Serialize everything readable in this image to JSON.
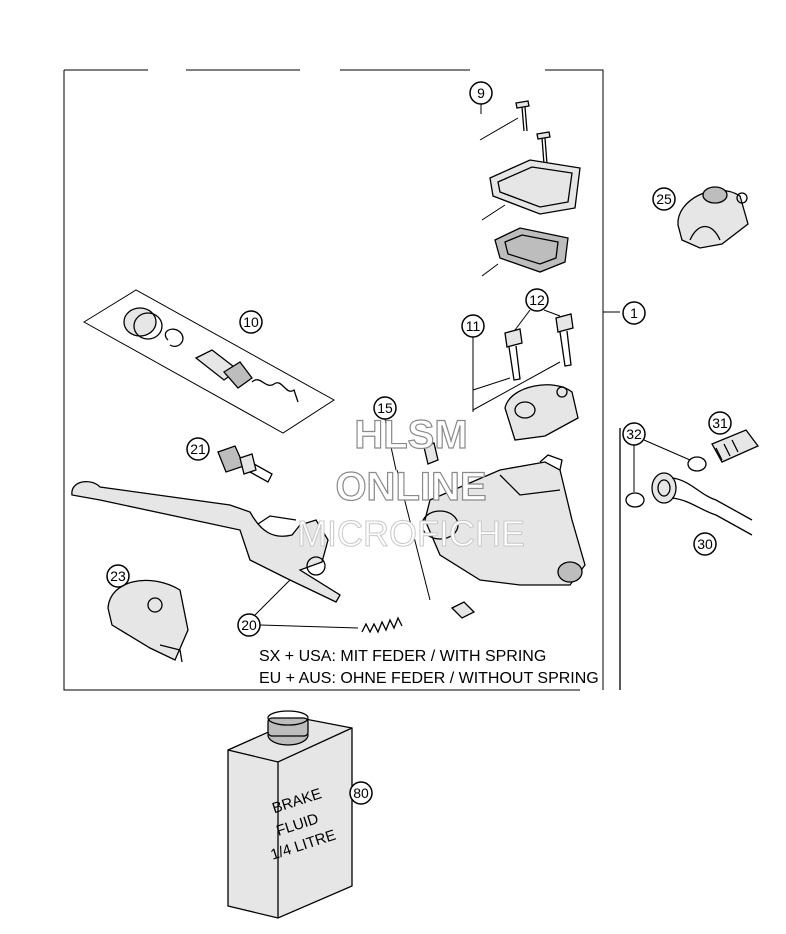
{
  "callouts": {
    "c1": "1",
    "c9": "9",
    "c10": "10",
    "c11": "11",
    "c12": "12",
    "c15": "15",
    "c20": "20",
    "c21": "21",
    "c23": "23",
    "c25": "25",
    "c30": "30",
    "c31": "31",
    "c32": "32",
    "c80": "80"
  },
  "notes": {
    "line1": "SX + USA:  MIT FEDER / WITH SPRING",
    "line2": "EU + AUS:  OHNE FEDER / WITHOUT SPRING"
  },
  "can_label": {
    "line1": "BRAKE",
    "line2": "FLUID",
    "line3": "1/4 LITRE"
  },
  "watermark": {
    "line1": "HLSM",
    "line2": "ONLINE",
    "line3": "MICROFICHE"
  }
}
